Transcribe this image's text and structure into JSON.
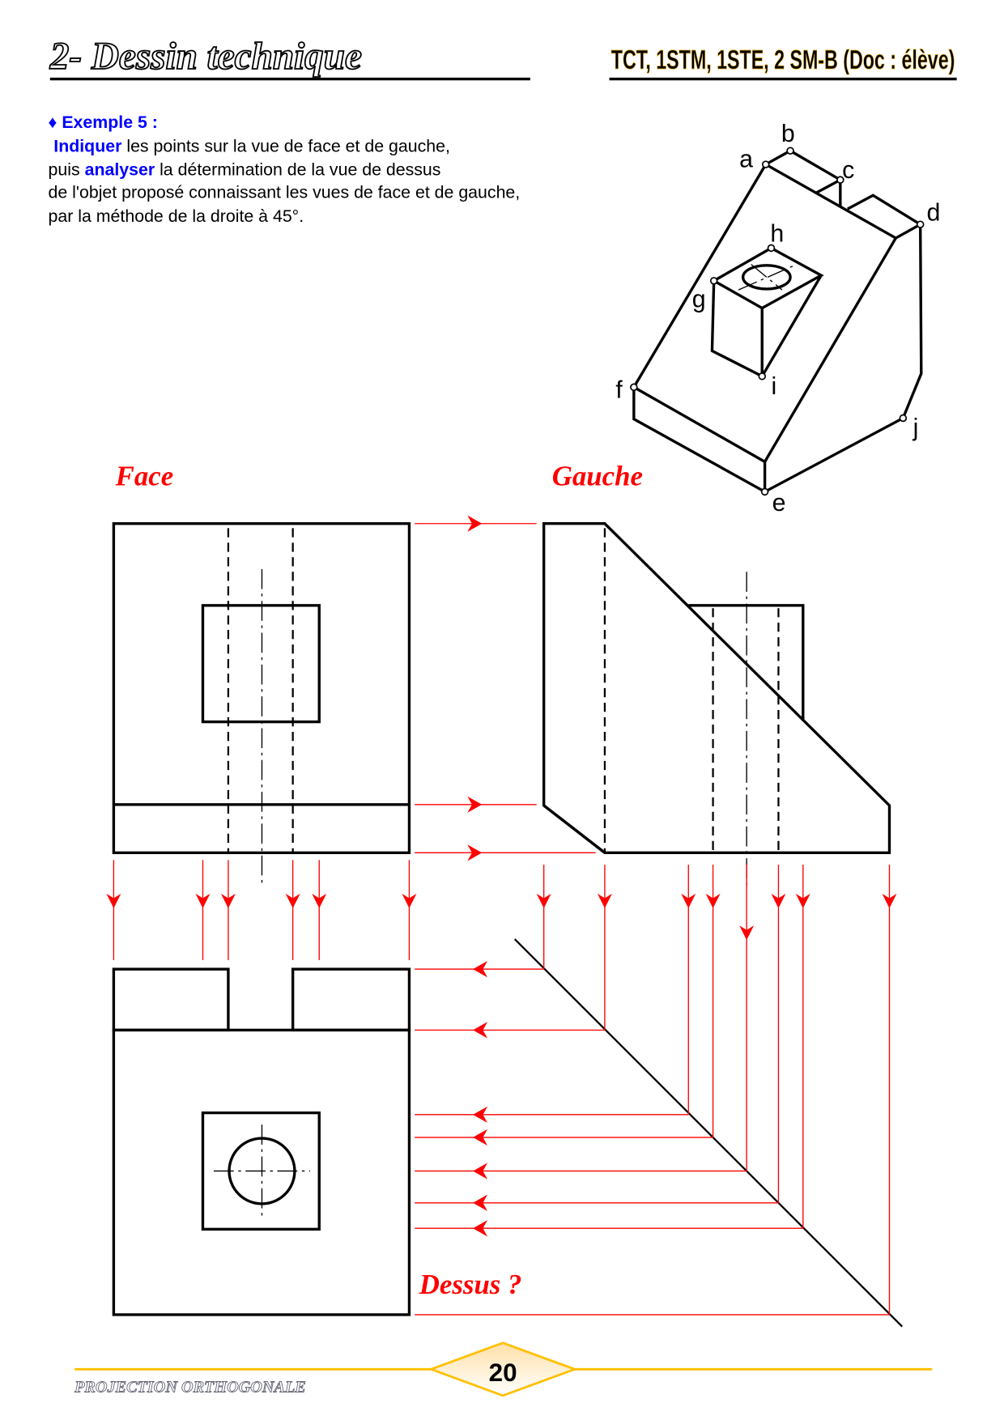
{
  "header": {
    "title": "2- Dessin technique",
    "classes": "TCT, 1STM, 1STE,  2 SM-B (Doc : élève)"
  },
  "exercise": {
    "heading": "♦ Exemple 5 :",
    "line1_bold": "Indiquer",
    "line1_rest": " les points sur la vue de face et de gauche,",
    "line2_start": "puis ",
    "line2_bold": "analyser",
    "line2_rest": " la détermination de la vue de dessus",
    "line3": "de l'objet proposé connaissant les vues de face et de gauche,",
    "line4": "par la méthode de la droite à 45°."
  },
  "iso_points": {
    "a": "a",
    "b": "b",
    "c": "c",
    "d": "d",
    "e": "e",
    "f": "f",
    "g": "g",
    "h": "h",
    "i": "i",
    "j": "j"
  },
  "views": {
    "face": "Face",
    "gauche": "Gauche",
    "dessus": "Dessus ?"
  },
  "footer": {
    "subject": "PROJECTION ORTHOGONALE",
    "page_number": "20"
  },
  "colors": {
    "construction": "#ff0000",
    "footer_line": "#ffc000",
    "accent": "#0000ff"
  }
}
